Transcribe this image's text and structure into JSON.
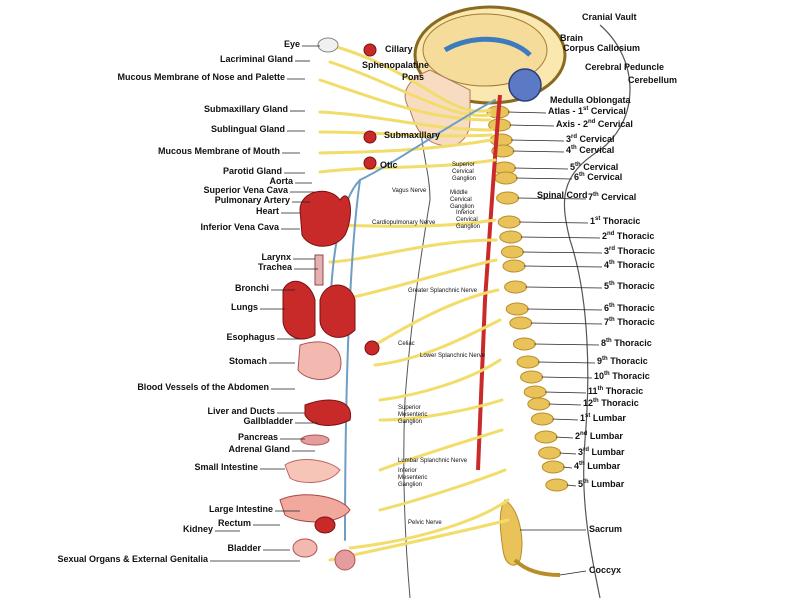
{
  "diagram": {
    "left_labels": [
      {
        "id": "eye",
        "text": "Eye"
      },
      {
        "id": "lacrimal",
        "text": "Lacriminal Gland"
      },
      {
        "id": "mucous-nose",
        "text": "Mucous Membrane  of Nose and Palette"
      },
      {
        "id": "submax-gland",
        "text": "Submaxillary Gland"
      },
      {
        "id": "sublingual",
        "text": "Sublingual Gland"
      },
      {
        "id": "mucous-mouth",
        "text": "Mucous Membrane  of Mouth"
      },
      {
        "id": "parotid",
        "text": "Parotid Gland"
      },
      {
        "id": "aorta",
        "text": "Aorta"
      },
      {
        "id": "svc",
        "text": "Superior Vena Cava"
      },
      {
        "id": "pulm-artery",
        "text": "Pulmonary Artery"
      },
      {
        "id": "heart",
        "text": "Heart"
      },
      {
        "id": "ivc",
        "text": "Inferior Vena Cava"
      },
      {
        "id": "larynx",
        "text": "Larynx"
      },
      {
        "id": "trachea",
        "text": "Trachea"
      },
      {
        "id": "bronchi",
        "text": "Bronchi"
      },
      {
        "id": "lungs",
        "text": "Lungs"
      },
      {
        "id": "esophagus",
        "text": "Esophagus"
      },
      {
        "id": "stomach",
        "text": "Stomach"
      },
      {
        "id": "blood-vessels",
        "text": "Blood Vessels of  the Abdomen"
      },
      {
        "id": "liver",
        "text": "Liver and Ducts"
      },
      {
        "id": "gallbladder",
        "text": "Gallbladder"
      },
      {
        "id": "pancreas",
        "text": "Pancreas"
      },
      {
        "id": "adrenal",
        "text": "Adrenal Gland"
      },
      {
        "id": "small-intestine",
        "text": "Small Intestine"
      },
      {
        "id": "large-intestine",
        "text": "Large Intestine"
      },
      {
        "id": "kidney",
        "text": "Kidney"
      },
      {
        "id": "rectum",
        "text": "Rectum"
      },
      {
        "id": "bladder",
        "text": "Bladder"
      },
      {
        "id": "sexual-organs",
        "text": "Sexual Organs & External Genitalia"
      }
    ],
    "ganglia_labels": [
      {
        "id": "ciliary",
        "text": "Cillary"
      },
      {
        "id": "sphenopalatine",
        "text": "Sphenopalatine"
      },
      {
        "id": "submaxillary-ganglion",
        "text": "Submaxillary"
      },
      {
        "id": "otic",
        "text": "Otic"
      },
      {
        "id": "celiac",
        "text": "Celiac"
      }
    ],
    "right_labels": [
      {
        "id": "cranial-vault",
        "text": "Cranial Vault"
      },
      {
        "id": "brain",
        "text": "Brain"
      },
      {
        "id": "corpus",
        "text": "Corpus  Callosium"
      },
      {
        "id": "peduncle",
        "text": "Cerebral Peduncle"
      },
      {
        "id": "pons",
        "text": "Pons"
      },
      {
        "id": "cerebellum",
        "text": "Cerebellum"
      },
      {
        "id": "medulla",
        "text": "Medulla Oblongata"
      },
      {
        "id": "spinal-cord",
        "text": "Spinal Cord"
      },
      {
        "id": "sacrum",
        "text": "Sacrum"
      },
      {
        "id": "coccyx",
        "text": "Coccyx"
      }
    ],
    "vertebrae": [
      {
        "id": "atlas",
        "pre": "Atlas -  1",
        "sup": "st",
        "post": " Cervical"
      },
      {
        "id": "axis",
        "pre": "Axis - 2",
        "sup": "nd",
        "post": " Cervical"
      },
      {
        "id": "c3",
        "pre": "3",
        "sup": "rd",
        "post": " Cervical"
      },
      {
        "id": "c4",
        "pre": "4",
        "sup": "th",
        "post": " Cervical"
      },
      {
        "id": "c5",
        "pre": "5",
        "sup": "th",
        "post": " Cervical"
      },
      {
        "id": "c6",
        "pre": "6",
        "sup": "th",
        "post": " Cervical"
      },
      {
        "id": "c7",
        "pre": "7",
        "sup": "th",
        "post": " Cervical"
      },
      {
        "id": "t1",
        "pre": "1",
        "sup": "st",
        "post": " Thoracic"
      },
      {
        "id": "t2",
        "pre": "2",
        "sup": "nd",
        "post": " Thoracic"
      },
      {
        "id": "t3",
        "pre": "3",
        "sup": "rd",
        "post": " Thoracic"
      },
      {
        "id": "t4",
        "pre": "4",
        "sup": "th",
        "post": " Thoracic"
      },
      {
        "id": "t5",
        "pre": "5",
        "sup": "th",
        "post": " Thoracic"
      },
      {
        "id": "t6",
        "pre": "6",
        "sup": "th",
        "post": " Thoracic"
      },
      {
        "id": "t7",
        "pre": "7",
        "sup": "th",
        "post": " Thoracic"
      },
      {
        "id": "t8",
        "pre": "8",
        "sup": "th",
        "post": " Thoracic"
      },
      {
        "id": "t9",
        "pre": "9",
        "sup": "th",
        "post": " Thoracic"
      },
      {
        "id": "t10",
        "pre": "10",
        "sup": "th",
        "post": " Thoracic"
      },
      {
        "id": "t11",
        "pre": "11",
        "sup": "th",
        "post": " Thoracic"
      },
      {
        "id": "t12",
        "pre": "12",
        "sup": "th",
        "post": " Thoracic"
      },
      {
        "id": "l1",
        "pre": "1",
        "sup": "st",
        "post": " Lumbar"
      },
      {
        "id": "l2",
        "pre": "2",
        "sup": "nd",
        "post": " Lumbar"
      },
      {
        "id": "l3",
        "pre": "3",
        "sup": "rd",
        "post": " Lumbar"
      },
      {
        "id": "l4",
        "pre": "4",
        "sup": "th",
        "post": " Lumbar"
      },
      {
        "id": "l5",
        "pre": "5",
        "sup": "th",
        "post": " Lumbar"
      }
    ],
    "nerve_labels": [
      {
        "id": "superior-cervical",
        "text": "Superior Cervical Ganglion"
      },
      {
        "id": "vagus",
        "text": "Vagus Nerve"
      },
      {
        "id": "middle-cervical",
        "text": "Middle Cervical Ganglion"
      },
      {
        "id": "inferior-cervical",
        "text": "Inferior Cervical Ganglion"
      },
      {
        "id": "cardiopulmonary",
        "text": "Cardiopulmonary Nerve"
      },
      {
        "id": "greater-splanchnic",
        "text": "Greater Splanchnic Nerve"
      },
      {
        "id": "lower-splanchnic",
        "text": "Lower Splanchnic Nerve"
      },
      {
        "id": "sup-mesenteric",
        "text": "Superior Mesenteric Ganglion"
      },
      {
        "id": "lumbar-splanchnic",
        "text": "Lumbar Splanchnic Nerve"
      },
      {
        "id": "inf-mesenteric",
        "text": "Inferior Mesenteric Ganglion"
      },
      {
        "id": "pelvic",
        "text": "Pelvic Nerve"
      }
    ],
    "colors": {
      "nerve": "#f2dc6a",
      "nerve_blue": "#6f9ec4",
      "bone": "#e9c35a",
      "organ": "#c82a2a",
      "line": "#222222"
    }
  }
}
